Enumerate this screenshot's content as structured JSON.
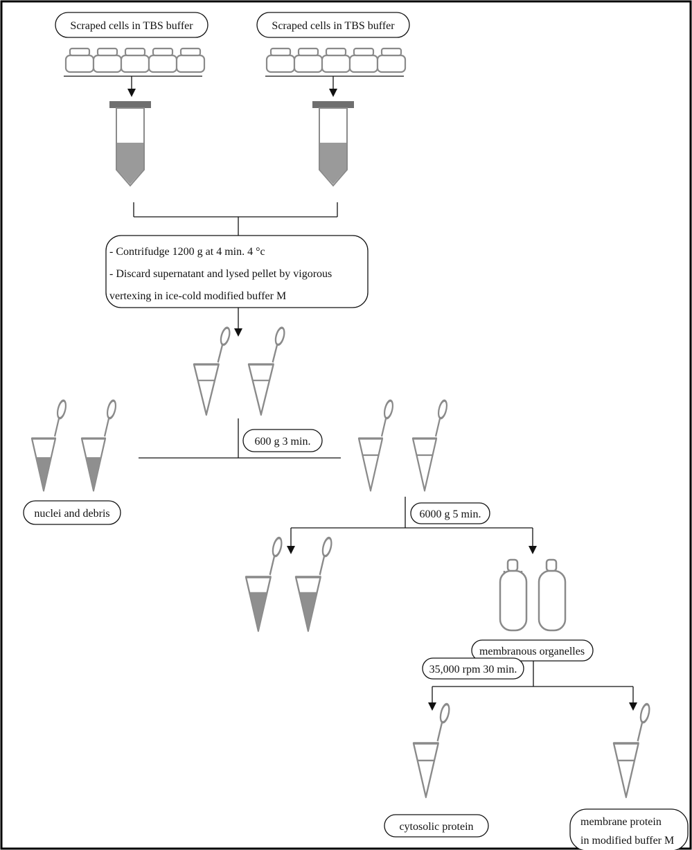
{
  "labels": {
    "scraped_left": "Scraped cells in TBS buffer",
    "scraped_right": "Scraped cells in TBS buffer",
    "step1_line1": "- Contrifudge 1200 g at 4 min. 4 °c",
    "step1_line2": "- Discard supernatant and lysed pellet by vigorous",
    "step1_line3": "vertexing in ice-cold modified buffer M",
    "spin_600": "600 g 3 min.",
    "nuclei": "nuclei and debris",
    "spin_6000": "6000 g 5 min.",
    "membranous": "membranous organelles",
    "spin_35000": "35,000 rpm 30 min.",
    "cytosolic": "cytosolic protein",
    "membrane_line1": "membrane protein",
    "membrane_line2": "in modified buffer M"
  },
  "colors": {
    "line": "#111111",
    "icon_stroke": "#8a8a8a",
    "liquid": "#9a9a9a",
    "cap": "#6f6f6f",
    "frame": "#000000"
  }
}
